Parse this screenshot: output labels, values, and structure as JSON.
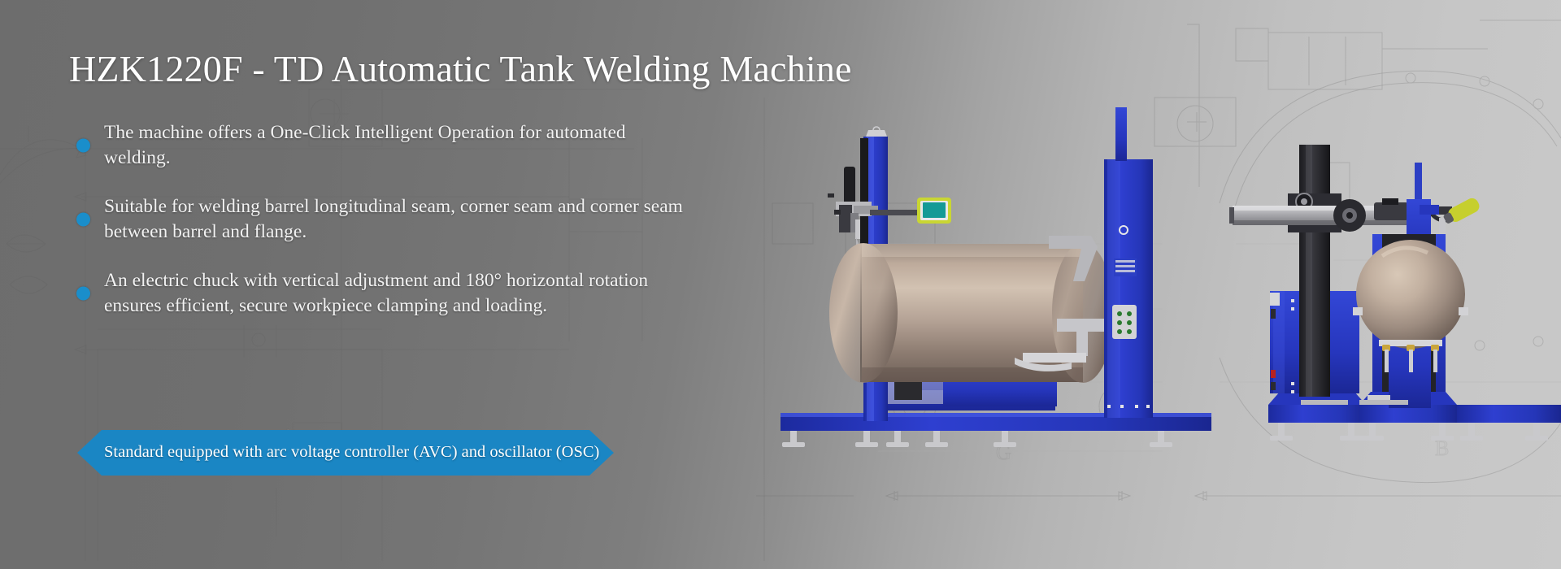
{
  "banner": {
    "title": "HZK1220F - TD Automatic Tank Welding Machine",
    "bullets": [
      "The machine offers a One-Click Intelligent Operation for automated welding.",
      "Suitable for welding barrel longitudinal seam, corner seam and corner seam between barrel and flange.",
      "An electric chuck with vertical adjustment and 180° horizontal rotation ensures efficient, secure workpiece clamping and loading."
    ],
    "ribbon_text": "Standard equipped with arc voltage controller (AVC) and oscillator (OSC)",
    "colors": {
      "accent_blue": "#1a8ecb",
      "ribbon_blue": "#1a86c4",
      "machine_blue": "#2233b0",
      "frame_blue": "#2c3fc4",
      "tank_bronze": "#b0a093",
      "screen_green": "#149a96",
      "screen_bezel": "#c9d633",
      "text_white": "#ffffff",
      "bg_gray_dark": "#6d6d6d",
      "bg_gray_light": "#c9c9c9"
    },
    "background_watermark": "faint CAD technical drawing of welding equipment",
    "cad_marks": [
      "G",
      "A",
      "B"
    ],
    "machines": [
      {
        "name": "tank-welding-machine-cylindrical",
        "description": "Blue frame column welder with bronze cylindrical tank, welding head carriage and green control touchscreen"
      },
      {
        "name": "column-boom-manipulator-spherical",
        "description": "Black column and boom manipulator with blue base beside blue fixture holding a bronze spherical tank"
      }
    ]
  }
}
